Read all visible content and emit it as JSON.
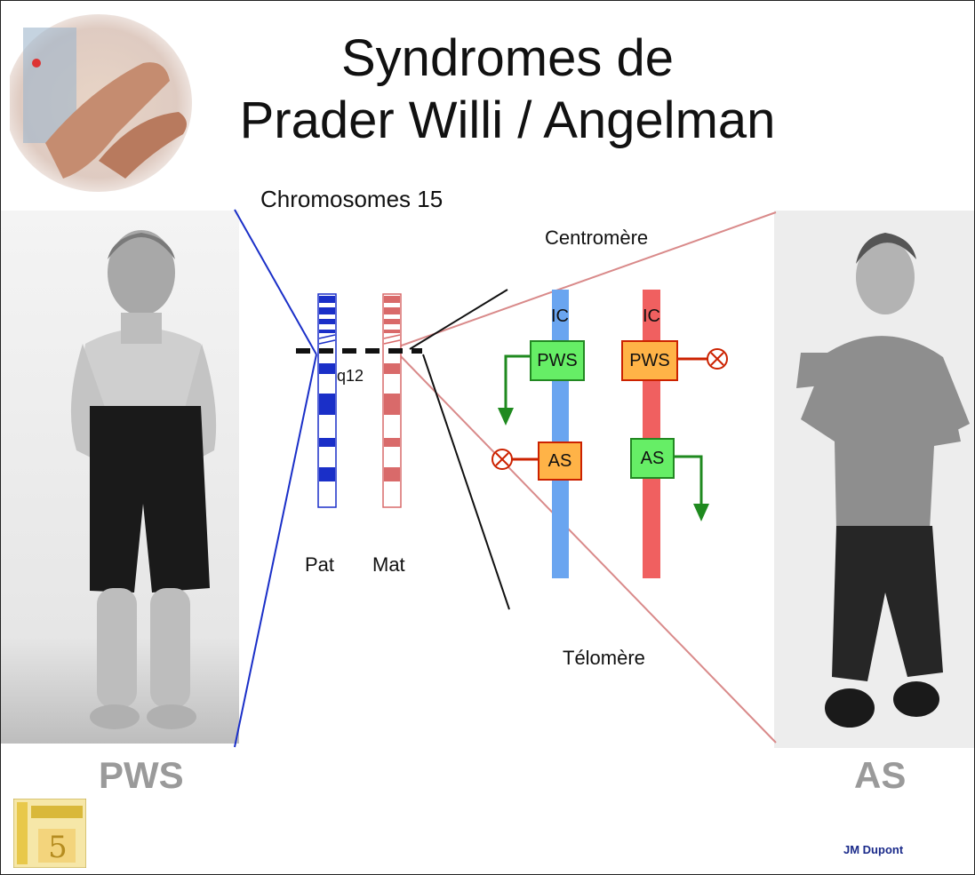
{
  "title": {
    "line1": "Syndromes de",
    "line2": "Prader Willi / Angelman"
  },
  "diagram": {
    "chromosomes_label": "Chromosomes 15",
    "centromere_label": "Centromère",
    "telomere_label": "Télomère",
    "band_label": "q12",
    "pat_label": "Pat",
    "mat_label": "Mat",
    "ic_left": "IC",
    "ic_right": "IC",
    "paternal_gene_top": "PWS",
    "paternal_gene_bottom": "AS",
    "maternal_gene_top": "PWS",
    "maternal_gene_bottom": "AS"
  },
  "patients": {
    "left_label": "PWS",
    "right_label": "AS"
  },
  "author": "JM Dupont",
  "colors": {
    "paternal": "#1a2fc8",
    "maternal": "#d96a6a",
    "active": "#66ee66",
    "silenced": "#ffb347",
    "arrow": "#1f8a1f",
    "inactive_mark": "#cc2200"
  },
  "icons": {
    "left_photo": "boy-standing-photo",
    "right_photo": "boy-dancing-photo",
    "top_photo": "hands-photo",
    "logo": "university-logo"
  }
}
